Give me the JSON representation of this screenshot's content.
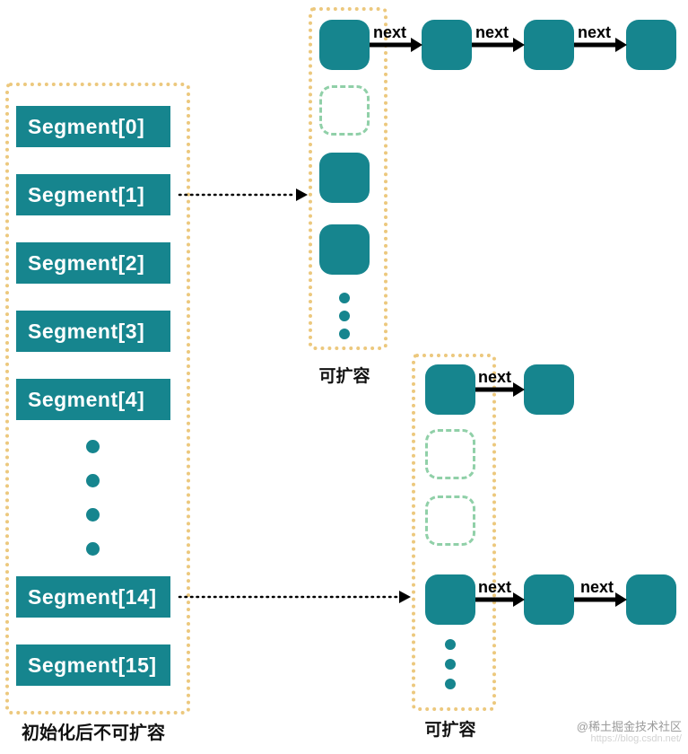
{
  "segments": [
    "Segment[0]",
    "Segment[1]",
    "Segment[2]",
    "Segment[3]",
    "Segment[4]",
    "Segment[14]",
    "Segment[15]"
  ],
  "next_label": "next",
  "captions": {
    "left": "初始化后不可扩容",
    "top_box": "可扩容",
    "bottom_box": "可扩容"
  },
  "watermark": {
    "community": "@稀土掘金技术社区",
    "url": "https://blog.csdn.net/"
  },
  "colors": {
    "node_teal": "#16858e",
    "box_border_orange": "#ecc87d",
    "empty_node_green": "#90d0a8",
    "arrow_black": "#000000"
  }
}
